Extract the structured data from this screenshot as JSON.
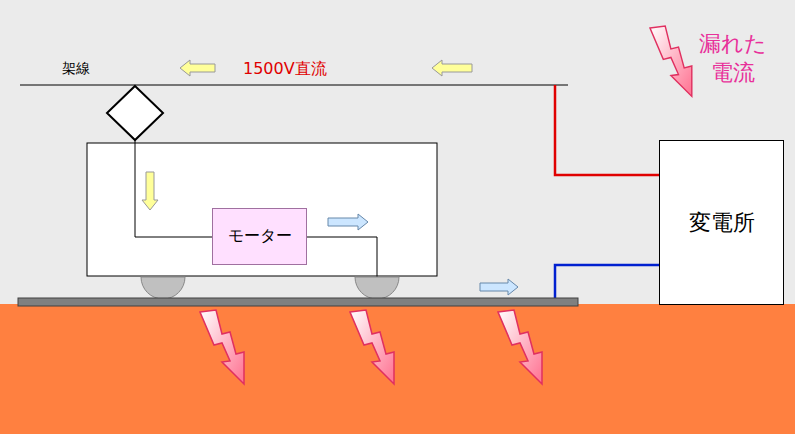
{
  "diagram": {
    "nodes": [
      {
        "text": [
          "モーター"
        ]
      },
      {
        "text": [
          "変電所"
        ]
      }
    ],
    "labels": [
      "架線",
      "1500V直流",
      "漏れた 電流"
    ]
  }
}
